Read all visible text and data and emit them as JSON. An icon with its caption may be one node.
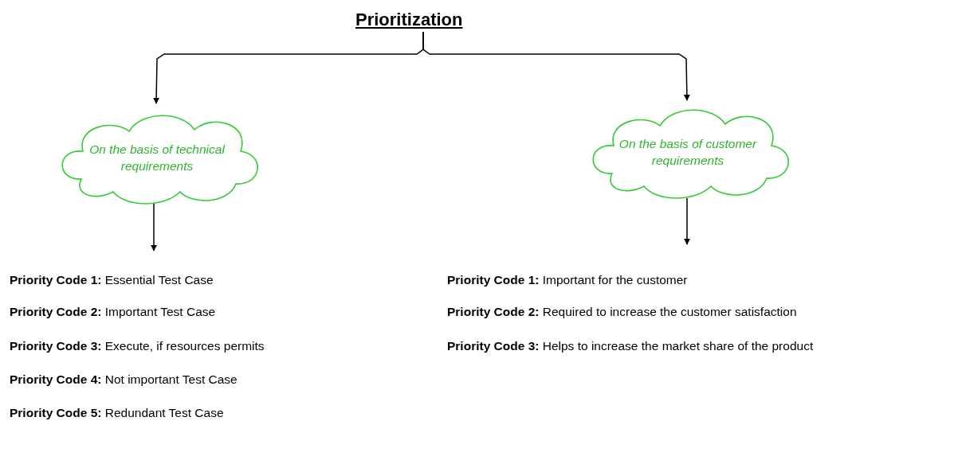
{
  "diagram": {
    "nodes": [
      {
        "text": [
          "Prioritization"
        ]
      },
      {
        "text": [
          "On the basis of technical requirements"
        ]
      },
      {
        "text": [
          "On the basis of customer requirements"
        ]
      }
    ],
    "edges": [
      {
        "from": 0,
        "to": 1,
        "arrow": "to"
      },
      {
        "from": 0,
        "to": 2,
        "arrow": "to"
      },
      {
        "from": 1,
        "to": null,
        "arrow": "to"
      },
      {
        "from": 2,
        "to": null,
        "arrow": "to"
      }
    ],
    "labels": [
      "**Priority Code 1:** Essential Test Case",
      "**Priority Code 1:** Important for the customer",
      "**Priority Code 2:** Important Test Case",
      "**Priority Code 2:** Required to increase the customer satisfaction",
      "**Priority Code 3:** Execute, if resources permits",
      "**Priority Code 3:** Helps to increase the market share of the product",
      "**Priority Code 4:** Not important Test Case",
      "**Priority Code 5:** Redundant Test Case"
    ]
  }
}
